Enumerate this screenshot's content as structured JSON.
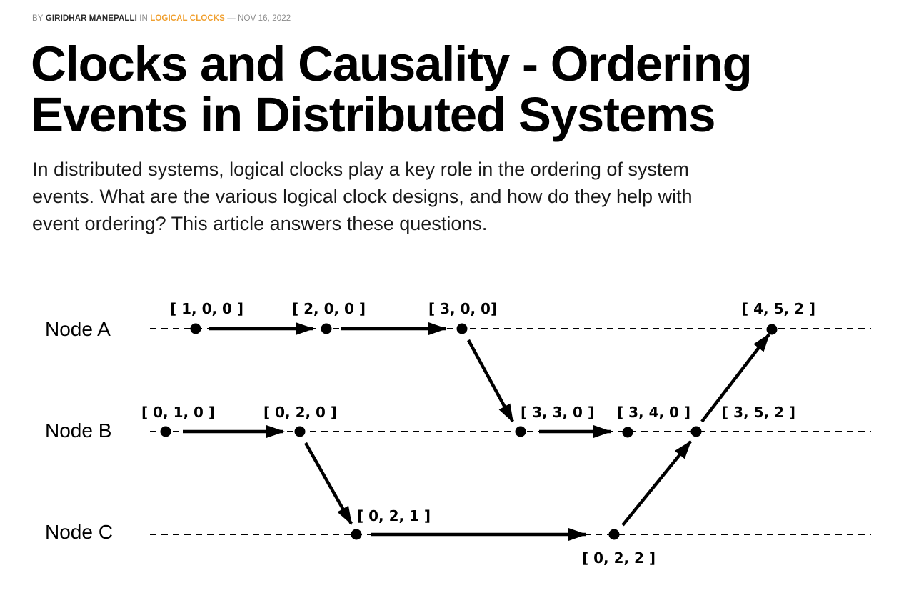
{
  "byline": {
    "by": "BY",
    "author": "GIRIDHAR MANEPALLI",
    "in": "IN",
    "category": "LOGICAL CLOCKS",
    "date": "— NOV 16, 2022"
  },
  "title": "Clocks and Causality - Ordering Events in Distributed Systems",
  "summary": "In distributed systems, logical clocks play a key role in the ordering of system events. What are the various logical clock designs, and how do they help with event ordering? This article answers these questions.",
  "diagram": {
    "nodes": [
      "Node A",
      "Node B",
      "Node C"
    ],
    "events": {
      "a1": "[ 1, 0, 0 ]",
      "a2": "[ 2, 0, 0 ]",
      "a3": "[ 3, 0, 0]",
      "a4": "[ 4, 5, 2 ]",
      "b1": "[ 0, 1, 0 ]",
      "b2": "[ 0, 2, 0 ]",
      "b3": "[ 3, 3, 0 ]",
      "b4": "[ 3, 4, 0 ]",
      "b5": "[ 3, 5, 2 ]",
      "c1": "[ 0, 2, 1 ]",
      "c2": "[ 0, 2, 2 ]"
    }
  }
}
